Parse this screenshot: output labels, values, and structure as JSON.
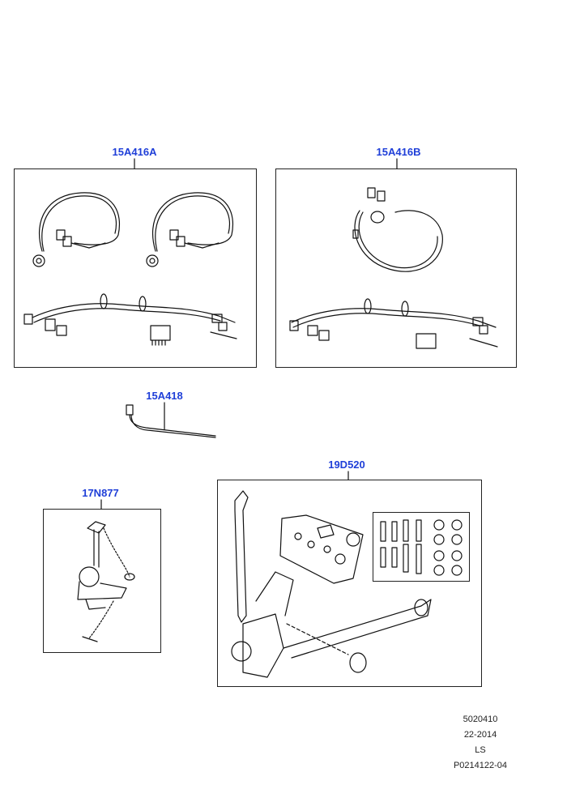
{
  "callouts": {
    "harness_a": "15A416A",
    "harness_b": "15A416B",
    "cable": "15A418",
    "towball": "17N877",
    "tow_bar": "19D520"
  },
  "footer": {
    "line1": "5020410",
    "line2": "22-2014",
    "line3": "LS",
    "line4": "P0214122-04"
  }
}
